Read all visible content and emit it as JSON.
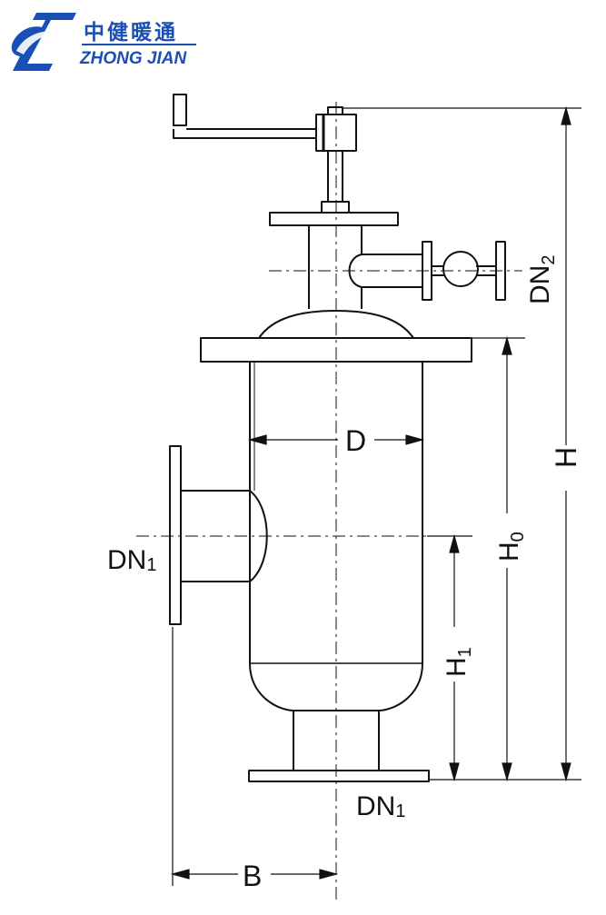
{
  "logo": {
    "chinese": "中健暖通",
    "english": "ZHONG JIAN",
    "color": "#1a4fb5"
  },
  "labels": {
    "D": "D",
    "B": "B",
    "H": "H",
    "H0_main": "H",
    "H0_sub": "0",
    "H1_main": "H",
    "H1_sub": "1",
    "DN1_left_main": "DN",
    "DN1_left_sub": "1",
    "DN1_bottom_main": "DN",
    "DN1_bottom_sub": "1",
    "DN2_main": "DN",
    "DN2_sub": "2"
  }
}
